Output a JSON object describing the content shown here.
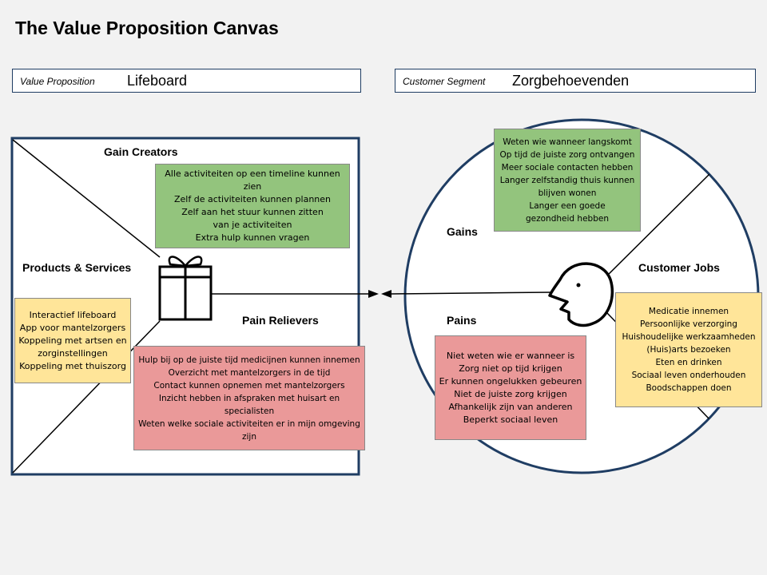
{
  "title": "The Value Proposition Canvas",
  "value_proposition": {
    "label": "Value Proposition",
    "value": "Lifeboard"
  },
  "customer_segment": {
    "label": "Customer Segment",
    "value": "Zorgbehoevenden"
  },
  "sections": {
    "gain_creators": "Gain Creators",
    "products_services": "Products & Services",
    "pain_relievers": "Pain Relievers",
    "gains": "Gains",
    "pains": "Pains",
    "customer_jobs": "Customer Jobs"
  },
  "notes": {
    "gain_creators": [
      "Alle activiteiten op een timeline kunnen zien",
      "Zelf de activiteiten kunnen plannen",
      "Zelf aan het stuur kunnen zitten van je activiteiten",
      "Extra hulp kunnen vragen"
    ],
    "products_services": [
      "Interactief lifeboard",
      "App voor mantelzorgers",
      "Koppeling met artsen en zorginstellingen",
      "Koppeling met thuiszorg"
    ],
    "pain_relievers": [
      "Hulp bij op de juiste tijd medicijnen kunnen innemen",
      "Overzicht met mantelzorgers in de tijd",
      "Contact kunnen opnemen met mantelzorgers",
      "Inzicht hebben in afspraken met huisart en specialisten",
      "Weten welke sociale activiteiten er in mijn omgeving zijn"
    ],
    "gains": [
      "Weten wie wanneer langskomt",
      "Op tijd de juiste zorg ontvangen",
      "Meer sociale contacten hebben",
      "Langer zelfstandig thuis kunnen blijven wonen",
      "Langer een goede gezondheid hebben"
    ],
    "pains": [
      "Niet weten wie er wanneer is",
      "Zorg niet op tijd krijgen",
      "Er kunnen ongelukken gebeuren",
      "Niet de juiste zorg krijgen",
      "Afhankelijk zijn van anderen",
      "Beperkt sociaal leven"
    ],
    "customer_jobs": [
      "Medicatie innemen",
      "Persoonlijke verzorging",
      "Huishoudelijke werkzaamheden",
      "(Huis)arts bezoeken",
      "Eten en drinken",
      "Sociaal leven onderhouden",
      "Boodschappen doen"
    ]
  },
  "icons": {
    "value_map": "gift-icon",
    "customer_profile": "face-profile-icon",
    "connector": "double-arrow-icon"
  },
  "colors": {
    "frame": "#1f3d63",
    "green_note": "#93c47d",
    "yellow_note": "#ffe599",
    "red_note": "#ea9999"
  }
}
